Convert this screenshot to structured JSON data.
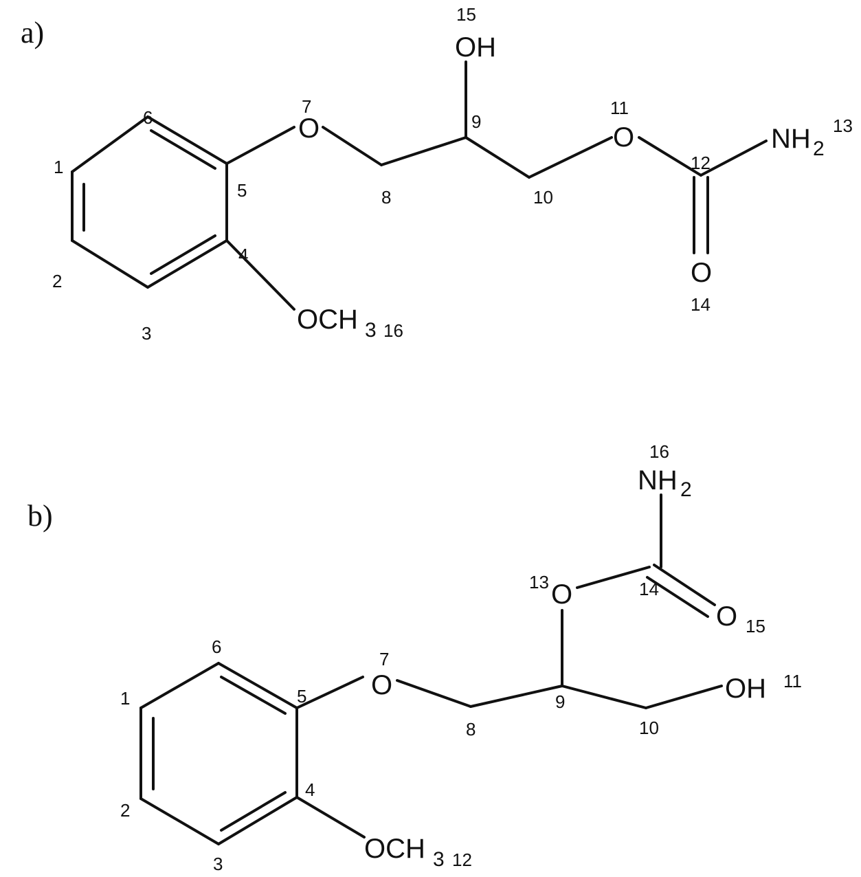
{
  "panel_a": {
    "label": "a)",
    "atoms": {
      "hydroxyl": "OH",
      "ether_o7": "O",
      "ester_o11": "O",
      "carbonyl_o": "O",
      "amine": "NH",
      "amine_sub": "2",
      "methoxy": "OCH",
      "methoxy_sub": "3"
    },
    "numbers": {
      "n1": "1",
      "n2": "2",
      "n3": "3",
      "n4": "4",
      "n5": "5",
      "n6": "6",
      "n7": "7",
      "n8": "8",
      "n9": "9",
      "n10": "10",
      "n11": "11",
      "n12": "12",
      "n13": "13",
      "n14": "14",
      "n15": "15",
      "n16": "16"
    }
  },
  "panel_b": {
    "label": "b)",
    "atoms": {
      "ether_o7": "O",
      "ester_o13": "O",
      "carbonyl_o": "O",
      "hydroxyl": "OH",
      "amine": "NH",
      "amine_sub": "2",
      "methoxy": "OCH",
      "methoxy_sub": "3"
    },
    "numbers": {
      "n1": "1",
      "n2": "2",
      "n3": "3",
      "n4": "4",
      "n5": "5",
      "n6": "6",
      "n7": "7",
      "n8": "8",
      "n9": "9",
      "n10": "10",
      "n11": "11",
      "n12": "12",
      "n13": "13",
      "n14": "14",
      "n15": "15",
      "n16": "16"
    }
  }
}
